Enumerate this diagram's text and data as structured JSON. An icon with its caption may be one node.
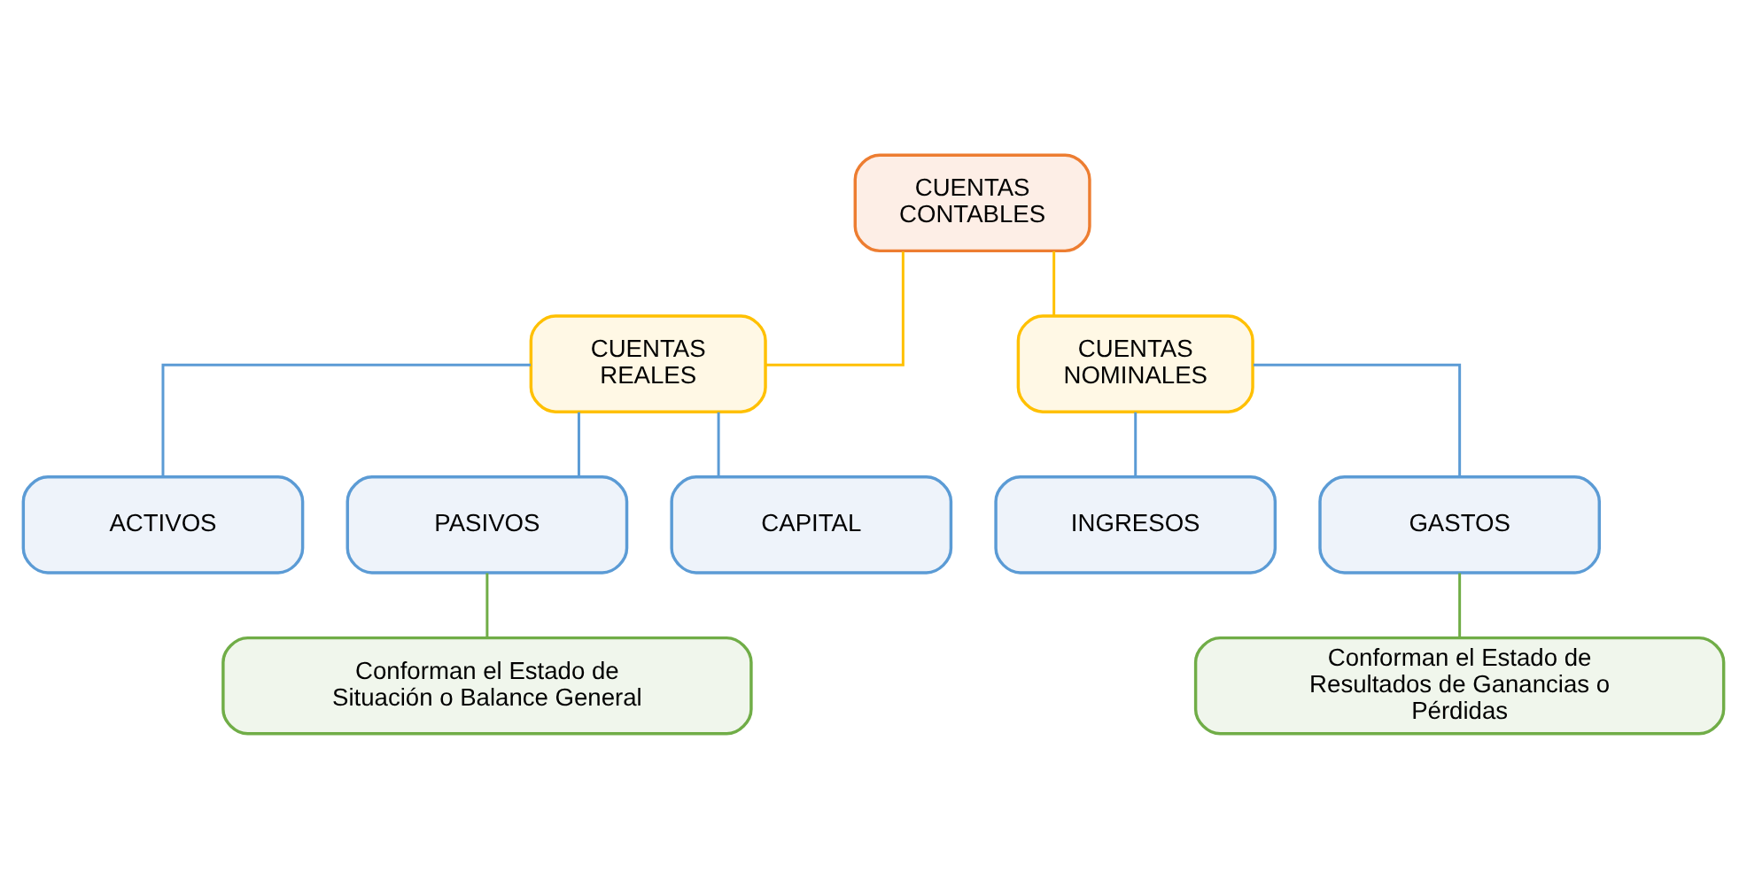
{
  "diagram": {
    "nodes": [
      {
        "text": [
          "CUENTAS CONTABLES"
        ]
      },
      {
        "text": [
          "CUENTAS REALES"
        ]
      },
      {
        "text": [
          "CUENTAS NOMINALES"
        ]
      },
      {
        "text": [
          "ACTIVOS"
        ]
      },
      {
        "text": [
          "PASIVOS"
        ]
      },
      {
        "text": [
          "CAPITAL"
        ]
      },
      {
        "text": [
          "INGRESOS"
        ]
      },
      {
        "text": [
          "GASTOS"
        ]
      },
      {
        "text": [
          "Conforman el Estado de Situación o Balance General"
        ]
      },
      {
        "text": [
          "Conforman el Estado de Resultados de Ganancias o Pérdidas"
        ]
      }
    ],
    "edges": [
      {
        "from": 0,
        "to": 1,
        "arrow": "none",
        "color": "#ffc000"
      },
      {
        "from": 0,
        "to": 2,
        "arrow": "none",
        "color": "#ffc000"
      },
      {
        "from": 1,
        "to": 3,
        "arrow": "none"
      },
      {
        "from": 1,
        "to": 4,
        "arrow": "none"
      },
      {
        "from": 1,
        "to": 5,
        "arrow": "none"
      },
      {
        "from": 2,
        "to": 6,
        "arrow": "none"
      },
      {
        "from": 2,
        "to": 7,
        "arrow": "none"
      },
      {
        "from": 4,
        "to": 8,
        "arrow": "none",
        "color": "#70ad47"
      },
      {
        "from": 7,
        "to": 9,
        "arrow": "none",
        "color": "#70ad47"
      }
    ]
  }
}
